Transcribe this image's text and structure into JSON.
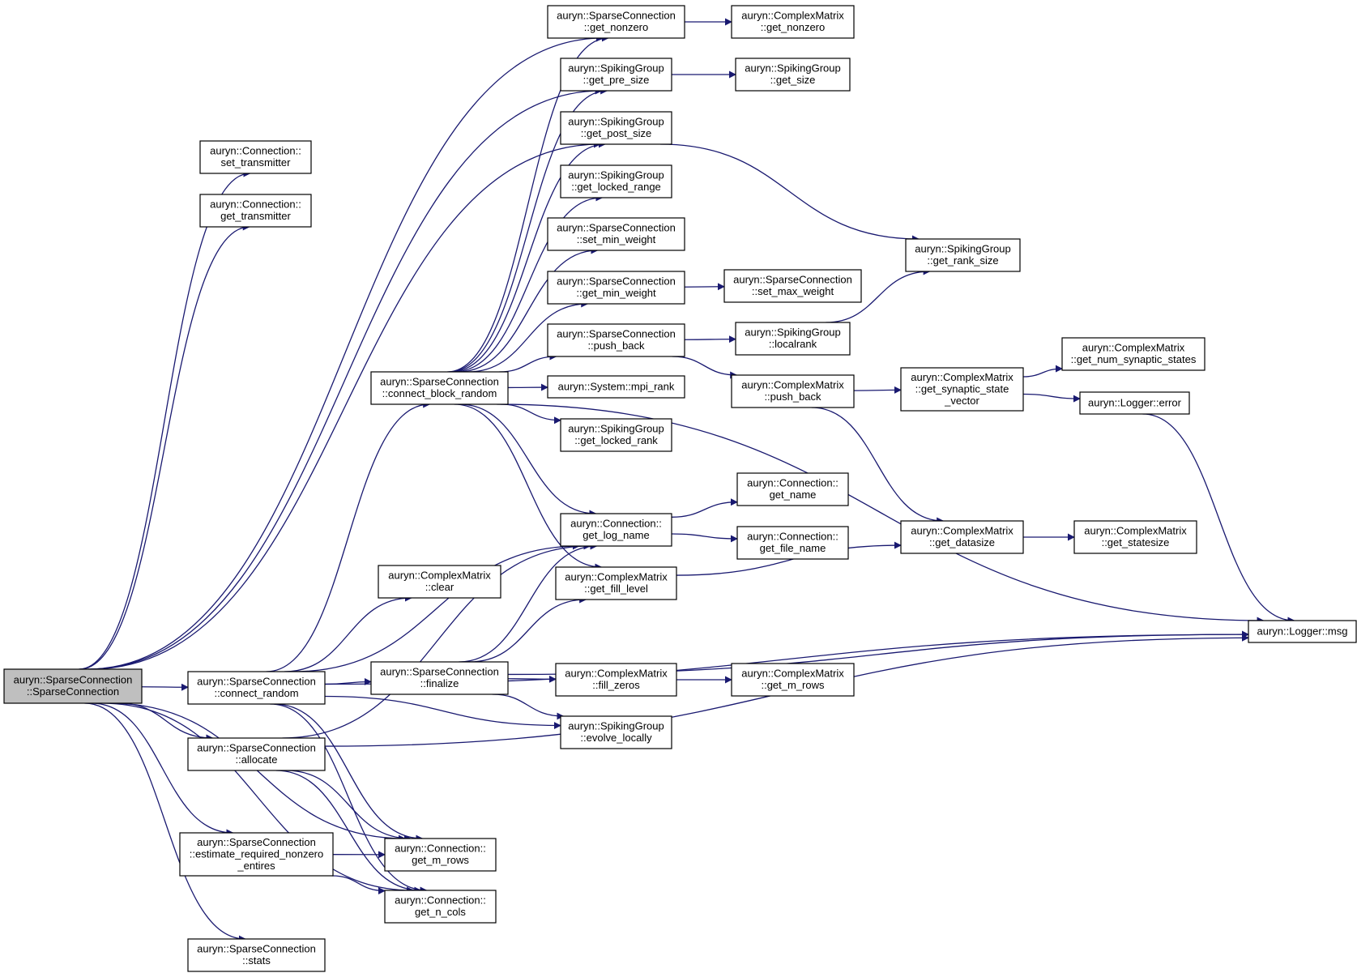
{
  "diagram": {
    "edge_color": "#191970",
    "root_fill": "#bfbfbf",
    "node_fill": "#ffffff",
    "nodes": [
      {
        "id": "root",
        "lines": [
          "auryn::SparseConnection",
          "::SparseConnection"
        ],
        "root": true
      },
      {
        "id": "set_transmitter",
        "lines": [
          "auryn::Connection::",
          "set_transmitter"
        ]
      },
      {
        "id": "get_transmitter",
        "lines": [
          "auryn::Connection::",
          "get_transmitter"
        ]
      },
      {
        "id": "connect_random",
        "lines": [
          "auryn::SparseConnection",
          "::connect_random"
        ]
      },
      {
        "id": "allocate",
        "lines": [
          "auryn::SparseConnection",
          "::allocate"
        ]
      },
      {
        "id": "estimate",
        "lines": [
          "auryn::SparseConnection",
          "::estimate_required_nonzero",
          "_entires"
        ]
      },
      {
        "id": "stats",
        "lines": [
          "auryn::SparseConnection",
          "::stats"
        ]
      },
      {
        "id": "connect_block_random",
        "lines": [
          "auryn::SparseConnection",
          "::connect_block_random"
        ]
      },
      {
        "id": "cm_clear",
        "lines": [
          "auryn::ComplexMatrix",
          "::clear"
        ]
      },
      {
        "id": "finalize",
        "lines": [
          "auryn::SparseConnection",
          "::finalize"
        ]
      },
      {
        "id": "c_get_m_rows",
        "lines": [
          "auryn::Connection::",
          "get_m_rows"
        ]
      },
      {
        "id": "c_get_n_cols",
        "lines": [
          "auryn::Connection::",
          "get_n_cols"
        ]
      },
      {
        "id": "sc_get_nonzero",
        "lines": [
          "auryn::SparseConnection",
          "::get_nonzero"
        ]
      },
      {
        "id": "sg_get_pre_size",
        "lines": [
          "auryn::SpikingGroup",
          "::get_pre_size"
        ]
      },
      {
        "id": "sg_get_post_size",
        "lines": [
          "auryn::SpikingGroup",
          "::get_post_size"
        ]
      },
      {
        "id": "sg_get_locked_range",
        "lines": [
          "auryn::SpikingGroup",
          "::get_locked_range"
        ]
      },
      {
        "id": "sc_set_min_weight",
        "lines": [
          "auryn::SparseConnection",
          "::set_min_weight"
        ]
      },
      {
        "id": "sc_get_min_weight",
        "lines": [
          "auryn::SparseConnection",
          "::get_min_weight"
        ]
      },
      {
        "id": "sc_push_back",
        "lines": [
          "auryn::SparseConnection",
          "::push_back"
        ]
      },
      {
        "id": "sys_mpi_rank",
        "lines": [
          "auryn::System::mpi_rank"
        ]
      },
      {
        "id": "sg_get_locked_rank",
        "lines": [
          "auryn::SpikingGroup",
          "::get_locked_rank"
        ]
      },
      {
        "id": "c_get_log_name",
        "lines": [
          "auryn::Connection::",
          "get_log_name"
        ]
      },
      {
        "id": "cm_get_fill_level",
        "lines": [
          "auryn::ComplexMatrix",
          "::get_fill_level"
        ]
      },
      {
        "id": "cm_fill_zeros",
        "lines": [
          "auryn::ComplexMatrix",
          "::fill_zeros"
        ]
      },
      {
        "id": "sg_evolve_locally",
        "lines": [
          "auryn::SpikingGroup",
          "::evolve_locally"
        ]
      },
      {
        "id": "cm_get_nonzero",
        "lines": [
          "auryn::ComplexMatrix",
          "::get_nonzero"
        ]
      },
      {
        "id": "sg_get_size",
        "lines": [
          "auryn::SpikingGroup",
          "::get_size"
        ]
      },
      {
        "id": "sc_set_max_weight",
        "lines": [
          "auryn::SparseConnection",
          "::set_max_weight"
        ]
      },
      {
        "id": "sg_localrank",
        "lines": [
          "auryn::SpikingGroup",
          "::localrank"
        ]
      },
      {
        "id": "cm_push_back",
        "lines": [
          "auryn::ComplexMatrix",
          "::push_back"
        ]
      },
      {
        "id": "c_get_name",
        "lines": [
          "auryn::Connection::",
          "get_name"
        ]
      },
      {
        "id": "c_get_file_name",
        "lines": [
          "auryn::Connection::",
          "get_file_name"
        ]
      },
      {
        "id": "cm_get_m_rows",
        "lines": [
          "auryn::ComplexMatrix",
          "::get_m_rows"
        ]
      },
      {
        "id": "sg_get_rank_size",
        "lines": [
          "auryn::SpikingGroup",
          "::get_rank_size"
        ]
      },
      {
        "id": "cm_get_synaptic_state_vector",
        "lines": [
          "auryn::ComplexMatrix",
          "::get_synaptic_state",
          "_vector"
        ]
      },
      {
        "id": "cm_get_datasize",
        "lines": [
          "auryn::ComplexMatrix",
          "::get_datasize"
        ]
      },
      {
        "id": "cm_get_num_synaptic_states",
        "lines": [
          "auryn::ComplexMatrix",
          "::get_num_synaptic_states"
        ]
      },
      {
        "id": "logger_error",
        "lines": [
          "auryn::Logger::error"
        ]
      },
      {
        "id": "cm_get_statesize",
        "lines": [
          "auryn::ComplexMatrix",
          "::get_statesize"
        ]
      },
      {
        "id": "logger_msg",
        "lines": [
          "auryn::Logger::msg"
        ]
      }
    ],
    "edges": [
      [
        "root",
        "set_transmitter"
      ],
      [
        "root",
        "get_transmitter"
      ],
      [
        "root",
        "connect_random"
      ],
      [
        "root",
        "allocate"
      ],
      [
        "root",
        "estimate"
      ],
      [
        "root",
        "stats"
      ],
      [
        "root",
        "c_get_m_rows"
      ],
      [
        "root",
        "c_get_n_cols"
      ],
      [
        "root",
        "sc_get_nonzero"
      ],
      [
        "root",
        "sg_get_pre_size"
      ],
      [
        "root",
        "sg_get_post_size"
      ],
      [
        "connect_random",
        "connect_block_random"
      ],
      [
        "connect_random",
        "cm_clear"
      ],
      [
        "connect_random",
        "finalize"
      ],
      [
        "connect_random",
        "c_get_log_name"
      ],
      [
        "connect_random",
        "logger_msg"
      ],
      [
        "connect_random",
        "c_get_m_rows"
      ],
      [
        "connect_random",
        "c_get_n_cols"
      ],
      [
        "connect_random",
        "sg_evolve_locally"
      ],
      [
        "allocate",
        "c_get_log_name"
      ],
      [
        "allocate",
        "logger_msg"
      ],
      [
        "allocate",
        "c_get_m_rows"
      ],
      [
        "allocate",
        "c_get_n_cols"
      ],
      [
        "estimate",
        "c_get_m_rows"
      ],
      [
        "estimate",
        "c_get_n_cols"
      ],
      [
        "connect_block_random",
        "sc_get_nonzero"
      ],
      [
        "connect_block_random",
        "sg_get_pre_size"
      ],
      [
        "connect_block_random",
        "sg_get_post_size"
      ],
      [
        "connect_block_random",
        "sg_get_locked_range"
      ],
      [
        "connect_block_random",
        "sc_set_min_weight"
      ],
      [
        "connect_block_random",
        "sc_get_min_weight"
      ],
      [
        "connect_block_random",
        "sc_push_back"
      ],
      [
        "connect_block_random",
        "sys_mpi_rank"
      ],
      [
        "connect_block_random",
        "sg_get_locked_rank"
      ],
      [
        "connect_block_random",
        "c_get_log_name"
      ],
      [
        "connect_block_random",
        "cm_get_fill_level"
      ],
      [
        "connect_block_random",
        "logger_msg"
      ],
      [
        "finalize",
        "c_get_log_name"
      ],
      [
        "finalize",
        "cm_get_fill_level"
      ],
      [
        "finalize",
        "cm_fill_zeros"
      ],
      [
        "finalize",
        "sg_evolve_locally"
      ],
      [
        "finalize",
        "logger_msg"
      ],
      [
        "sc_get_nonzero",
        "cm_get_nonzero"
      ],
      [
        "sg_get_pre_size",
        "sg_get_size"
      ],
      [
        "sg_get_post_size",
        "sg_get_rank_size"
      ],
      [
        "sc_get_min_weight",
        "sc_set_max_weight"
      ],
      [
        "sc_push_back",
        "sg_localrank"
      ],
      [
        "sc_push_back",
        "cm_push_back"
      ],
      [
        "sg_localrank",
        "sg_get_rank_size"
      ],
      [
        "cm_push_back",
        "cm_get_synaptic_state_vector"
      ],
      [
        "cm_push_back",
        "cm_get_datasize"
      ],
      [
        "cm_get_synaptic_state_vector",
        "cm_get_num_synaptic_states"
      ],
      [
        "cm_get_synaptic_state_vector",
        "logger_error"
      ],
      [
        "logger_error",
        "logger_msg"
      ],
      [
        "c_get_log_name",
        "c_get_name"
      ],
      [
        "c_get_log_name",
        "c_get_file_name"
      ],
      [
        "cm_get_fill_level",
        "cm_get_datasize"
      ],
      [
        "cm_get_datasize",
        "cm_get_statesize"
      ],
      [
        "cm_fill_zeros",
        "cm_get_m_rows"
      ]
    ]
  }
}
